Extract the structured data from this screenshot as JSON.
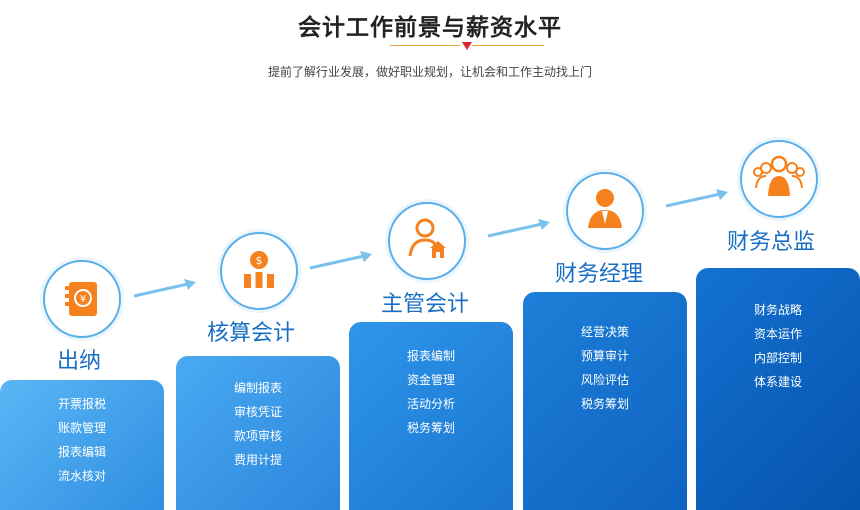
{
  "header": {
    "title": "会计工作前景与薪资水平",
    "subtitle": "提前了解行业发展，做好职业规划，让机会和工作主动找上门"
  },
  "stages": [
    {
      "title": "出纳",
      "icon": "ledger-icon",
      "items": [
        "开票报税",
        "账款管理",
        "报表编辑",
        "流水核对"
      ]
    },
    {
      "title": "核算会计",
      "icon": "money-chart-icon",
      "items": [
        "编制报表",
        "审核凭证",
        "款项审核",
        "费用计提"
      ]
    },
    {
      "title": "主管会计",
      "icon": "person-house-icon",
      "items": [
        "报表编制",
        "资金管理",
        "活动分析",
        "税务筹划"
      ]
    },
    {
      "title": "财务经理",
      "icon": "manager-icon",
      "items": [
        "经营决策",
        "预算审计",
        "风险评估",
        "税务筹划"
      ]
    },
    {
      "title": "财务总监",
      "icon": "team-icon",
      "items": [
        "财务战略",
        "资本运作",
        "内部控制",
        "体系建设"
      ]
    }
  ],
  "colors": {
    "accent_orange": "#f5821f",
    "title_blue": "#1a6fc4",
    "panel_light": "#4aa8f0",
    "panel_dark": "#0a5cb8"
  }
}
